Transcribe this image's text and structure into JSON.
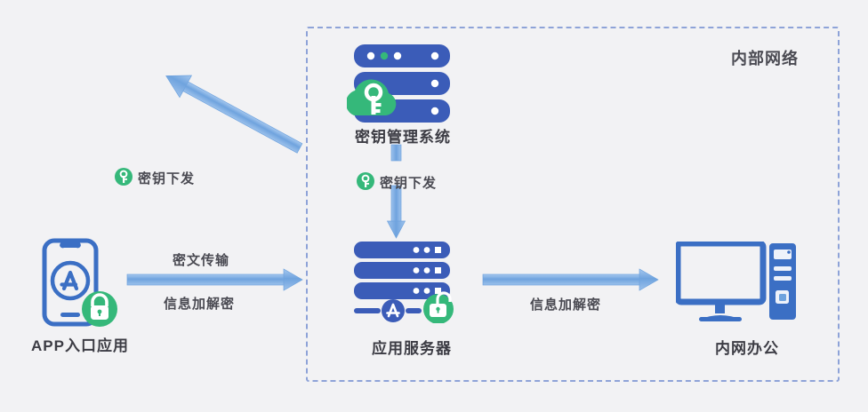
{
  "diagram": {
    "title_zone": "内部网络",
    "background_color": "#f2f2f4",
    "colors": {
      "blue": "#3b5cb8",
      "blue_light": "#4a7fd0",
      "arrow_blue": "#7aa9e0",
      "green": "#35b87a",
      "dash_border": "#8ea3d8",
      "text": "#3c3c44"
    },
    "nodes": [
      {
        "id": "kms",
        "label": "密钥管理系统",
        "icon": "server-stack-cloud-key-icon"
      },
      {
        "id": "app-entry",
        "label": "APP入口应用",
        "icon": "mobile-phone-app-lock-icon"
      },
      {
        "id": "app-server",
        "label": "应用服务器",
        "icon": "server-stack-unlock-icon"
      },
      {
        "id": "intranet-office",
        "label": "内网办公",
        "icon": "desktop-computer-tower-icon"
      }
    ],
    "flows": [
      {
        "id": "key-issue-diagonal",
        "label": "密钥下发",
        "icon": "key-badge-icon",
        "direction": "down-left"
      },
      {
        "id": "key-issue-vertical",
        "label": "密钥下发",
        "icon": "key-badge-icon",
        "direction": "down"
      },
      {
        "id": "ciphertext-transfer",
        "label_top": "密文传输",
        "label_bottom": "信息加解密",
        "direction": "right"
      },
      {
        "id": "server-to-office",
        "label_bottom": "信息加解密",
        "direction": "right"
      }
    ]
  }
}
